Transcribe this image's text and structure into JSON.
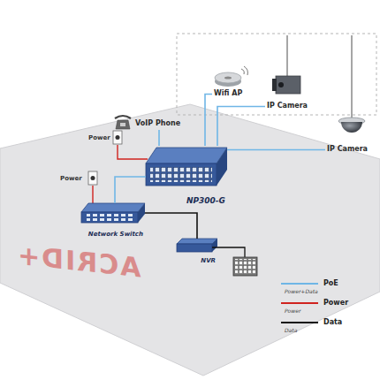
{
  "diagram": {
    "nodes": [
      {
        "text": [
          "Wifi AP"
        ]
      },
      {
        "text": [
          "IP Camera"
        ]
      },
      {
        "text": [
          "IP Camera"
        ]
      },
      {
        "text": [
          "VoIP Phone"
        ]
      },
      {
        "text": [
          "NP300-G"
        ]
      },
      {
        "text": [
          "Network Switch"
        ]
      },
      {
        "text": [
          "NVR"
        ]
      }
    ],
    "edges": [
      {
        "from": 4,
        "to": 0,
        "arrow": "none"
      },
      {
        "from": 4,
        "to": 1,
        "arrow": "none"
      },
      {
        "from": 4,
        "to": 2,
        "arrow": "none"
      },
      {
        "from": 4,
        "to": 3,
        "arrow": "none"
      },
      {
        "from": 4,
        "to": 5,
        "arrow": "none"
      },
      {
        "from": 5,
        "to": 6,
        "arrow": "none"
      }
    ],
    "labels": [
      "Power",
      "Power",
      "ACRID+",
      "Power+Data",
      "Power",
      "Data"
    ],
    "legend": [
      {
        "text": "PoE"
      },
      {
        "text": "Power"
      },
      {
        "text": "Data"
      }
    ]
  }
}
